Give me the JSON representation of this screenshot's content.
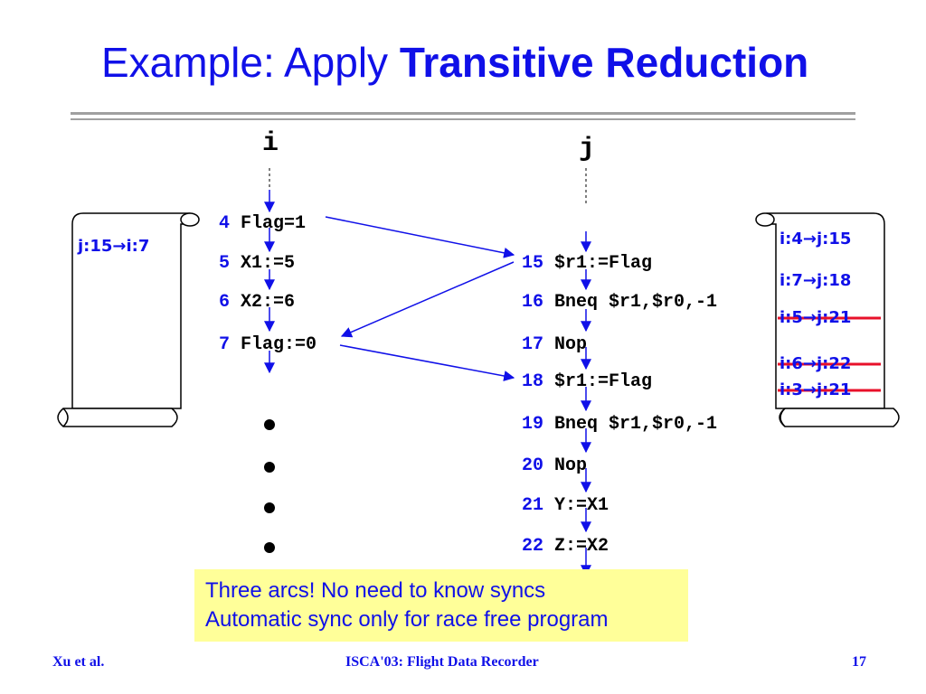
{
  "title": {
    "plain": "Example: Apply ",
    "bold": "Transitive Reduction"
  },
  "headers": {
    "i": "i",
    "j": "j"
  },
  "thread_i": [
    {
      "num": "4",
      "text": "Flag=1"
    },
    {
      "num": "5",
      "text": "X1:=5"
    },
    {
      "num": "6",
      "text": "X2:=6"
    },
    {
      "num": "7",
      "text": "Flag:=0"
    }
  ],
  "thread_j": [
    {
      "num": "15",
      "text": "$r1:=Flag"
    },
    {
      "num": "16",
      "text": "Bneq $r1,$r0,-1"
    },
    {
      "num": "17",
      "text": "Nop"
    },
    {
      "num": "18",
      "text": "$r1:=Flag"
    },
    {
      "num": "19",
      "text": "Bneq $r1,$r0,-1"
    },
    {
      "num": "20",
      "text": "Nop"
    },
    {
      "num": "21",
      "text": "Y:=X1"
    },
    {
      "num": "22",
      "text": "Z:=X2"
    }
  ],
  "left_scroll": {
    "entries": [
      "j:15→i:7"
    ]
  },
  "right_scroll": {
    "entries": [
      {
        "text": "i:4→j:15",
        "struck": false
      },
      {
        "text": "i:7→j:18",
        "struck": false
      },
      {
        "text": "i:5→j:21",
        "struck": true
      },
      {
        "text": "i:6→j:22",
        "struck": true
      },
      {
        "text": "i:3→j:21",
        "struck": true
      }
    ]
  },
  "note": {
    "line1": "Three arcs! No need to know syncs",
    "line2": "Automatic sync only for race free program"
  },
  "footer": {
    "left": "Xu et al.",
    "center": "ISCA'03: Flight Data Recorder",
    "right": "17"
  },
  "colors": {
    "accent": "#1010e8",
    "strike": "#e8102a",
    "note_bg": "#ffff99"
  }
}
